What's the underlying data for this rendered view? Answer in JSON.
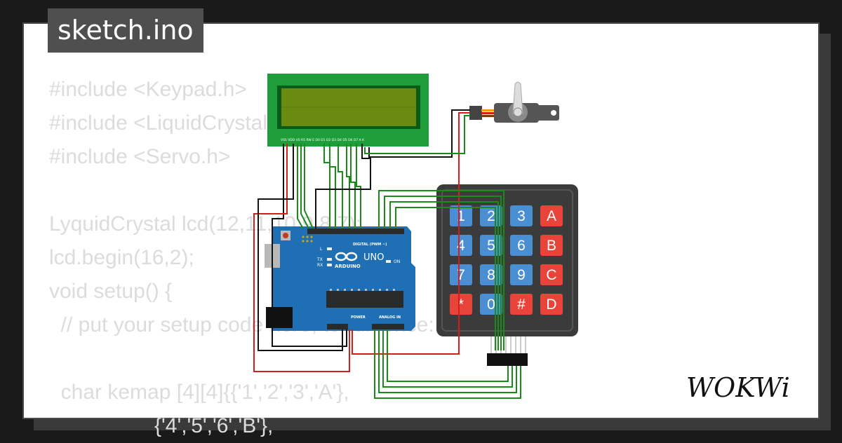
{
  "header": {
    "filename": "sketch.ino"
  },
  "code_lines": [
    "#include <Keypad.h>",
    "#include <LiquidCrystal.h>",
    "#include <Servo.h>",
    "",
    "LyquidCrystal lcd(12,11,10,9,8,7);",
    "lcd.begin(16,2);",
    "void setup() {",
    "  // put your setup code here, to run once:",
    "",
    "  char kemap [4][4]{{'1','2','3','A'},",
    "                  {'4','5','6','B'},"
  ],
  "arduino": {
    "brand": "ARDUINO",
    "model": "UNO",
    "digital_label": "DIGITAL (PWM ~)",
    "power_label": "POWER",
    "analog_label": "ANALOG IN",
    "on_label": "ON",
    "tx_label": "TX",
    "rx_label": "RX",
    "l_label": "L"
  },
  "lcd": {
    "pin_labels": "VSS VDD V0 RS RW E D0 D1 D2 D3 D4 D5 D6 D7 A K"
  },
  "keypad": {
    "keys": [
      "1",
      "2",
      "3",
      "A",
      "4",
      "5",
      "6",
      "B",
      "7",
      "8",
      "9",
      "C",
      "*",
      "0",
      "#",
      "D"
    ]
  },
  "logo": {
    "text": "WOKWi"
  },
  "colors": {
    "wire_green": "#1a8a1a",
    "wire_red": "#d81b1b",
    "wire_black": "#111111",
    "pcb": "#1e6fb3",
    "lcd_pcb": "#1e9e3a",
    "lcd_screen": "#6a8a10",
    "keypad_body": "#3b3b3b",
    "key_blue": "#4a8fd4",
    "key_red": "#e8443a"
  }
}
